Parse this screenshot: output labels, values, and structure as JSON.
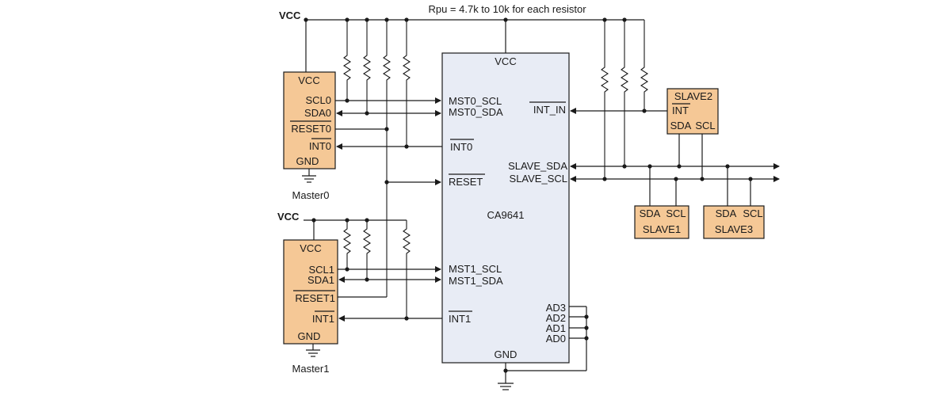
{
  "note": "Rpu = 4.7k to 10k for each resistor",
  "vcc_label": "VCC",
  "chip": {
    "vcc": "VCC",
    "name": "CA9641",
    "gnd": "GND",
    "mst0_scl": "MST0_SCL",
    "mst0_sda": "MST0_SDA",
    "int0": "INT0",
    "reset": "RESET",
    "mst1_scl": "MST1_SCL",
    "mst1_sda": "MST1_SDA",
    "int1": "INT1",
    "int_in": "INT_IN",
    "slave_sda": "SLAVE_SDA",
    "slave_scl": "SLAVE_SCL",
    "ad3": "AD3",
    "ad2": "AD2",
    "ad1": "AD1",
    "ad0": "AD0"
  },
  "master0": {
    "vcc": "VCC",
    "scl": "SCL0",
    "sda": "SDA0",
    "reset": "RESET0",
    "int": "INT0",
    "gnd": "GND",
    "caption": "Master0"
  },
  "master1": {
    "vcc": "VCC",
    "scl": "SCL1",
    "sda": "SDA1",
    "reset": "RESET1",
    "int": "INT1",
    "gnd": "GND",
    "caption": "Master1"
  },
  "slave2": {
    "name": "SLAVE2",
    "int": "INT",
    "sda": "SDA",
    "scl": "SCL"
  },
  "slave1": {
    "sda": "SDA",
    "scl": "SCL",
    "name": "SLAVE1"
  },
  "slave3": {
    "sda": "SDA",
    "scl": "SCL",
    "name": "SLAVE3"
  }
}
